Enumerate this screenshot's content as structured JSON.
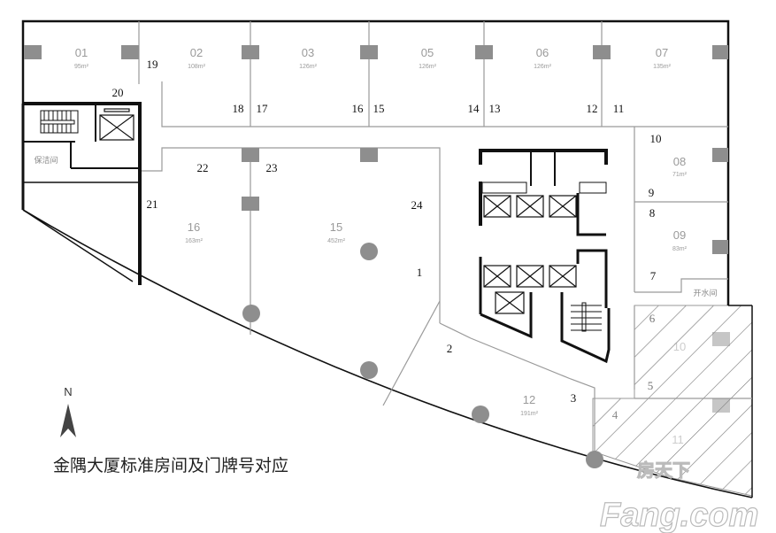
{
  "title": "金隅大厦标准房间及门牌号对应",
  "north_label": "N",
  "watermark": {
    "cn": "房天下",
    "en": "Fang.com"
  },
  "rooms": [
    {
      "no": "01",
      "area": "95m²"
    },
    {
      "no": "02",
      "area": "108m²"
    },
    {
      "no": "03",
      "area": "126m²"
    },
    {
      "no": "05",
      "area": "126m²"
    },
    {
      "no": "06",
      "area": "126m²"
    },
    {
      "no": "07",
      "area": "135m²"
    },
    {
      "no": "08",
      "area": "71m²"
    },
    {
      "no": "09",
      "area": "83m²"
    },
    {
      "no": "16",
      "area": "163m²"
    },
    {
      "no": "15",
      "area": "452m²"
    },
    {
      "no": "12",
      "area": "191m²"
    },
    {
      "no": "10",
      "area": ""
    },
    {
      "no": "11",
      "area": ""
    }
  ],
  "utility_rooms": {
    "cleaning": "保洁间",
    "water": "开水间"
  },
  "doors": [
    "1",
    "2",
    "3",
    "4",
    "5",
    "6",
    "7",
    "8",
    "9",
    "10",
    "11",
    "12",
    "13",
    "14",
    "15",
    "16",
    "17",
    "18",
    "19",
    "20",
    "21",
    "22",
    "23",
    "24"
  ]
}
